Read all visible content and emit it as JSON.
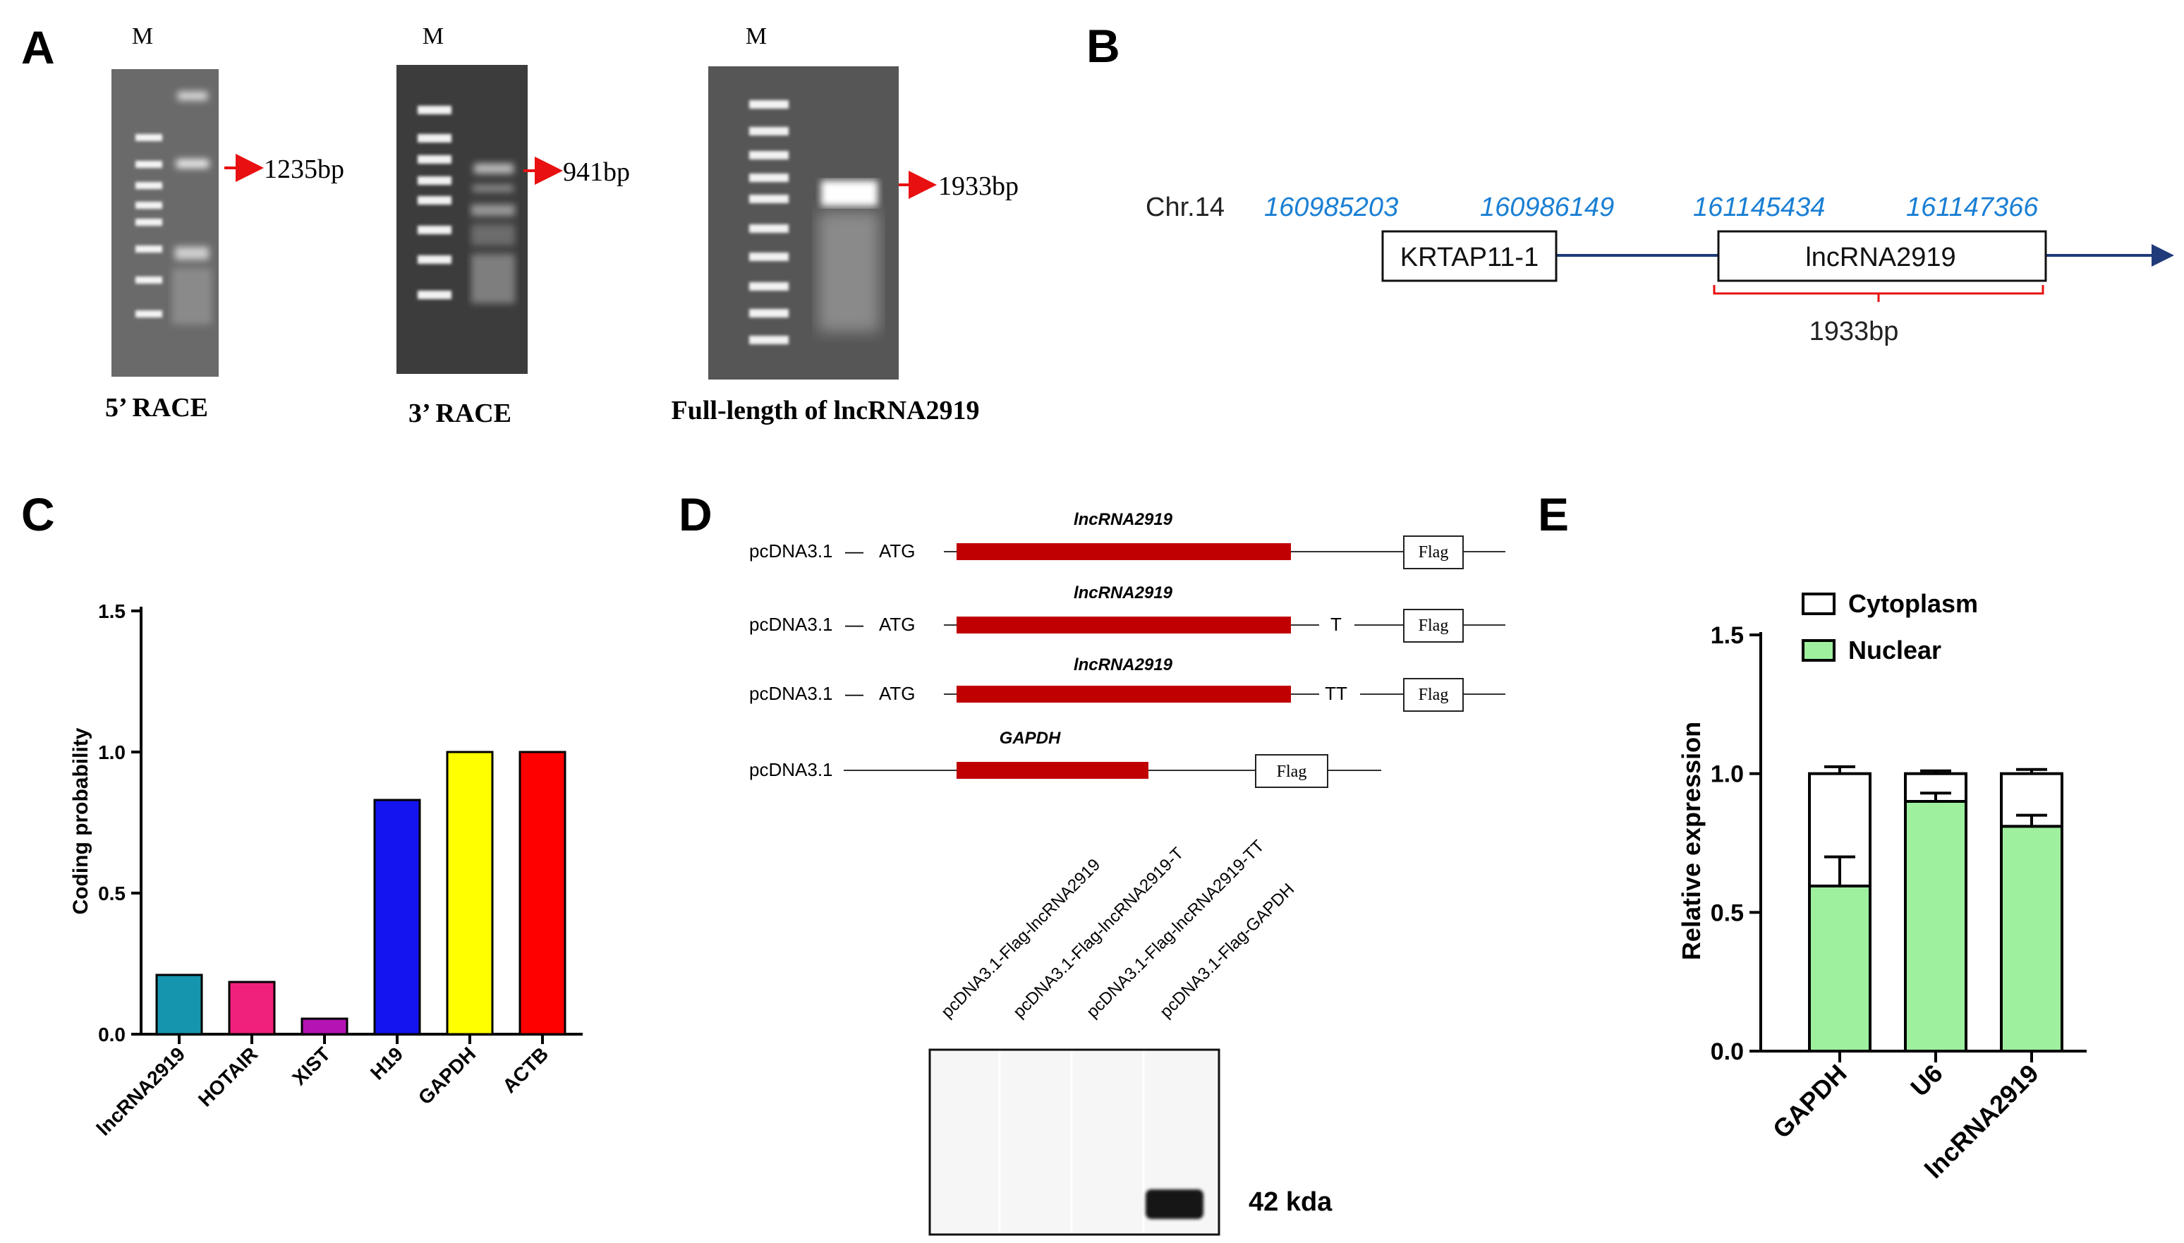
{
  "panels": {
    "a": "A",
    "b": "B",
    "c": "C",
    "d": "D",
    "e": "E"
  },
  "panel_a": {
    "marker_label": "M",
    "gels": [
      {
        "caption": "5’ RACE",
        "band_label": "1235bp"
      },
      {
        "caption": "3’ RACE",
        "band_label": "941bp"
      },
      {
        "caption": "Full-length of lncRNA2919",
        "band_label": "1933bp"
      }
    ]
  },
  "panel_b": {
    "chromosome": "Chr.14",
    "coordinates": [
      "160985203",
      "160986149",
      "161145434",
      "161147366"
    ],
    "gene1": "KRTAP11-1",
    "gene2": "lncRNA2919",
    "length_label": "1933bp",
    "coordinate_color": "#1a7fd4",
    "line_color": "#1f3b7a"
  },
  "panel_d": {
    "vector": "pcDNA3.1",
    "constructs": [
      {
        "vector": "pcDNA3.1",
        "dash": "—",
        "start": "ATG",
        "insert": "lncRNA2919",
        "suffix": "",
        "tag": "Flag"
      },
      {
        "vector": "pcDNA3.1",
        "dash": "—",
        "start": "ATG",
        "insert": "lncRNA2919",
        "suffix": "T",
        "tag": "Flag"
      },
      {
        "vector": "pcDNA3.1",
        "dash": "—",
        "start": "ATG",
        "insert": "lncRNA2919",
        "suffix": "TT",
        "tag": "Flag"
      },
      {
        "vector": "pcDNA3.1",
        "dash": "",
        "start": "",
        "insert": "GAPDH",
        "suffix": "",
        "tag": "Flag"
      }
    ],
    "lanes": [
      "pcDNA3.1-Flag-lncRNA2919",
      "pcDNA3.1-Flag-lncRNA2919-T",
      "pcDNA3.1-Flag-lncRNA2919-TT",
      "pcDNA3.1-Flag-GAPDH"
    ],
    "band_label": "42 kda",
    "insert_color": "#c00000"
  },
  "chart_data": [
    {
      "panel": "C",
      "type": "bar",
      "categories": [
        "lncRNA2919",
        "HOTAIR",
        "XIST",
        "H19",
        "GAPDH",
        "ACTB"
      ],
      "values": [
        0.21,
        0.185,
        0.055,
        0.83,
        1.0,
        1.0
      ],
      "colors": [
        "#1596ae",
        "#f0207d",
        "#b414b4",
        "#1414f0",
        "#ffff00",
        "#ff0000"
      ],
      "ylabel": "Coding probability",
      "ylim": [
        0,
        1.5
      ],
      "yticks": [
        "0.0",
        "0.5",
        "1.0",
        "1.5"
      ],
      "grid": false
    },
    {
      "panel": "E",
      "type": "bar",
      "stacked": true,
      "categories": [
        "GAPDH",
        "U6",
        "lncRNA2919"
      ],
      "series": [
        {
          "name": "Nuclear",
          "values": [
            0.595,
            0.9,
            0.81
          ],
          "errors": [
            0.105,
            0.03,
            0.04
          ],
          "color": "#9ef09e"
        },
        {
          "name": "Cytoplasm",
          "values": [
            0.405,
            0.1,
            0.19
          ],
          "errors": [
            0.025,
            0.01,
            0.015
          ],
          "color": "#ffffff"
        }
      ],
      "ylabel": "Relative expression",
      "ylim": [
        0,
        1.5
      ],
      "yticks": [
        "0.0",
        "0.5",
        "1.0",
        "1.5"
      ],
      "legend": "top-left",
      "grid": false
    }
  ]
}
